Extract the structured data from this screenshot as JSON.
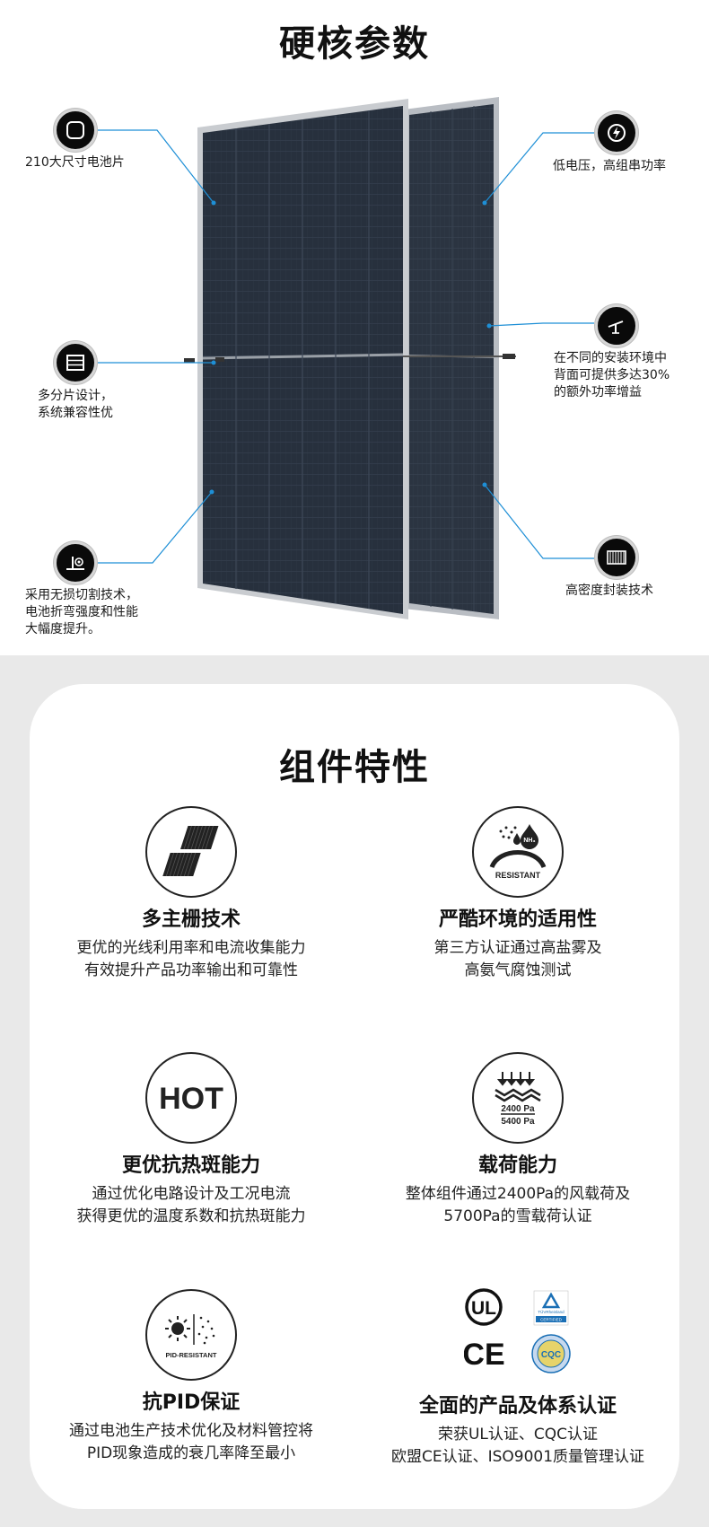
{
  "top": {
    "title": "硬核参数",
    "features": {
      "cell210": "210大尺寸电池片",
      "multi_split_line1": "多分片设计，",
      "multi_split_line2": "系统兼容性优",
      "cutting_line1": "采用无损切割技术，",
      "cutting_line2": "电池折弯强度和性能",
      "cutting_line3": "大幅度提升。",
      "low_voltage": "低电压，高组串功率",
      "bifacial_line1": "在不同的安装环境中",
      "bifacial_line2": "背面可提供多达30%",
      "bifacial_line3": "的额外功率增益",
      "high_density": "高密度封装技术"
    }
  },
  "bottom": {
    "title": "组件特性",
    "properties": [
      {
        "name": "多主栅技术",
        "desc1": "更优的光线利用率和电流收集能力",
        "desc2": "有效提升产品功率输出和可靠性",
        "icon": "multi-busbar-icon"
      },
      {
        "name": "严酷环境的适用性",
        "desc1": "第三方认证通过高盐雾及",
        "desc2": "高氨气腐蚀测试",
        "icon": "resistant-icon",
        "icon_text": "RESISTANT",
        "chem": "NH₃"
      },
      {
        "name": "更优抗热斑能力",
        "desc1": "通过优化电路设计及工况电流",
        "desc2": "获得更优的温度系数和抗热斑能力",
        "icon": "hot-icon",
        "icon_text": "HOT"
      },
      {
        "name": "载荷能力",
        "desc1": "整体组件通过2400Pa的风载荷及",
        "desc2": "5700Pa的雪载荷认证",
        "icon": "load-icon",
        "load1": "2400 Pa",
        "load2": "5400 Pa"
      },
      {
        "name": "抗PID保证",
        "desc1": "通过电池生产技术优化及材料管控将",
        "desc2": "PID现象造成的衰几率降至最小",
        "icon": "pid-icon",
        "icon_text": "PID-RESISTANT"
      },
      {
        "name": "全面的产品及体系认证",
        "desc1": "荣获UL认证、CQC认证",
        "desc2": "欧盟CE认证、ISO9001质量管理认证",
        "icon": "certification-logos"
      }
    ],
    "logos": {
      "ul": "UL",
      "ce": "CE",
      "cqc": "CQC",
      "tuv": "TÜVRheinland",
      "tuv_sub": "CERTIFIED"
    }
  },
  "colors": {
    "accent_line": "#1e8fd6",
    "panel_cell": "#27303d",
    "frame": "#c9ccd0",
    "bg_gray": "#e9e9e9"
  }
}
